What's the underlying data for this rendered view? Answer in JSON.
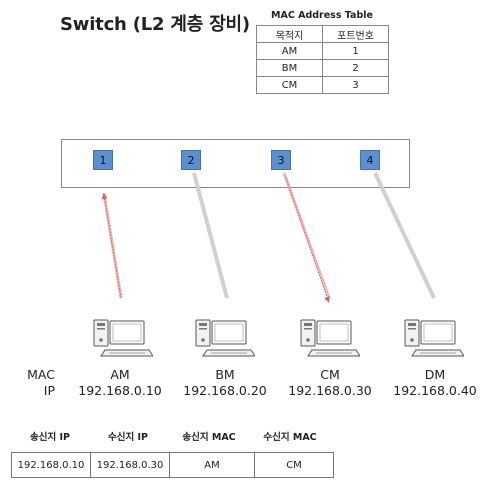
{
  "title": "Switch (L2 계층 장비)",
  "mac_table": {
    "caption": "MAC Address Table",
    "headers": [
      "목적지",
      "포트번호"
    ],
    "rows": [
      [
        "AM",
        "1"
      ],
      [
        "BM",
        "2"
      ],
      [
        "CM",
        "3"
      ]
    ]
  },
  "ports": [
    "1",
    "2",
    "3",
    "4"
  ],
  "hosts": [
    {
      "mac": "AM",
      "ip": "192.168.0.10"
    },
    {
      "mac": "BM",
      "ip": "192.168.0.20"
    },
    {
      "mac": "CM",
      "ip": "192.168.0.30"
    },
    {
      "mac": "DM",
      "ip": "192.168.0.40"
    }
  ],
  "row_labels": {
    "mac": "MAC",
    "ip": "IP"
  },
  "packet": {
    "headers": [
      "송신지 IP",
      "수신지 IP",
      "송신지 MAC",
      "수신지 MAC"
    ],
    "values": [
      "192.168.0.10",
      "192.168.0.30",
      "AM",
      "CM"
    ]
  },
  "colors": {
    "port": "#5b8fd0",
    "switch_border": "#6f8bb7",
    "active_link": "#e06060",
    "idle_link": "#d0d0d0"
  },
  "icons": [
    "desktop-computer-icon"
  ]
}
